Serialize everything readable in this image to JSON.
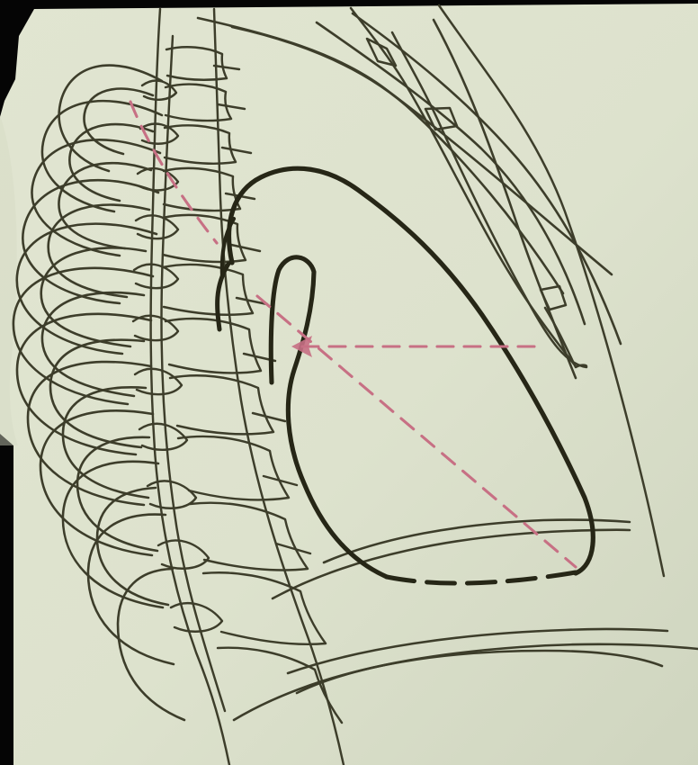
{
  "diagram": {
    "kind": "lateral-chest-sketch",
    "labels": [],
    "colors": {
      "paper": "#dde2cd",
      "paper_shadow": "#c9cfb8",
      "border": "#050505",
      "ink": "#3c3e2c",
      "ink_strong": "#262719",
      "guide_line": "#c76f84"
    },
    "icons": {
      "spine": "vertebral-column-sketch",
      "ribs": "rib-cage-sketch",
      "heart": "cardiac-silhouette-sketch",
      "sternum": "sternum-sketch",
      "guides": "dashed-measurement-lines"
    }
  }
}
